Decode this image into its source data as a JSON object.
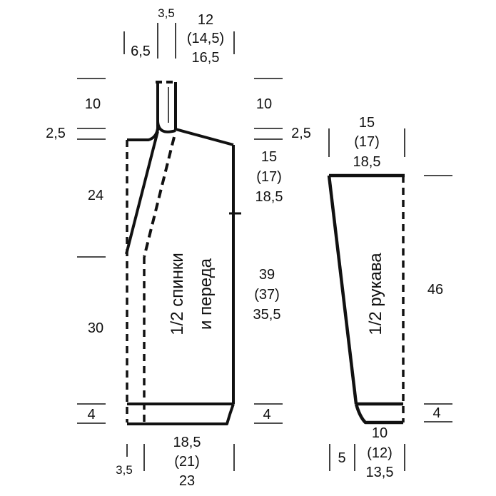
{
  "colors": {
    "ink": "#111111",
    "background": "#ffffff"
  },
  "body_piece": {
    "title_line1": "1/2 спинки",
    "title_line2": "и переда",
    "neck_top": "3,5",
    "neck_left": "6,5",
    "shoulder_width": [
      "12",
      "(14,5)",
      "16,5"
    ],
    "neck_depth_left": "10",
    "neck_depth_right": "10",
    "shoulder_drop_left": "2,5",
    "shoulder_drop_right": "2,5",
    "armhole_right": [
      "15",
      "(17)",
      "18,5"
    ],
    "raglan_height": "24",
    "side_height": "30",
    "side_right": [
      "39",
      "(37)",
      "35,5"
    ],
    "hem_left": "4",
    "hem_right": "4",
    "bottom_offset": "3,5",
    "bottom_width": [
      "18,5",
      "(21)",
      "23"
    ]
  },
  "sleeve_piece": {
    "title": "1/2 рукава",
    "top_width": [
      "15",
      "(17)",
      "18,5"
    ],
    "height": "46",
    "cuff": "4",
    "bottom_offset": "5",
    "bottom_width": [
      "10",
      "(12)",
      "13,5"
    ]
  }
}
